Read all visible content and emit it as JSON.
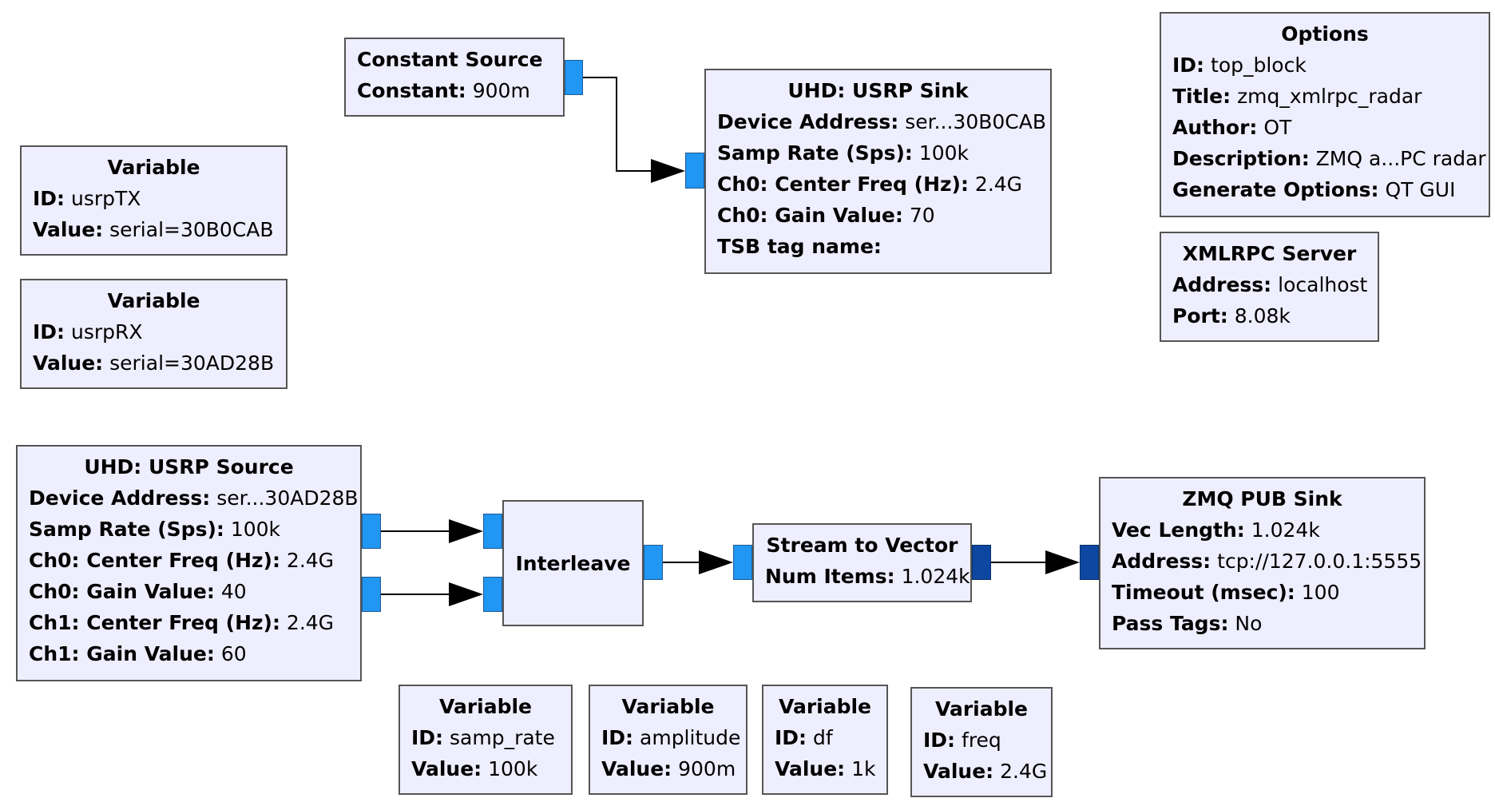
{
  "blocks": {
    "constant_source": {
      "title": "Constant Source",
      "params": [
        {
          "key": "Constant:",
          "value": "900m"
        }
      ]
    },
    "usrp_sink": {
      "title": "UHD: USRP Sink",
      "params": [
        {
          "key": "Device Address:",
          "value": "ser...30B0CAB"
        },
        {
          "key": "Samp Rate (Sps):",
          "value": "100k"
        },
        {
          "key": "Ch0: Center Freq (Hz):",
          "value": "2.4G"
        },
        {
          "key": "Ch0: Gain Value:",
          "value": "70"
        },
        {
          "key": "TSB tag name:",
          "value": ""
        }
      ]
    },
    "options": {
      "title": "Options",
      "params": [
        {
          "key": "ID:",
          "value": "top_block"
        },
        {
          "key": "Title:",
          "value": "zmq_xmlrpc_radar"
        },
        {
          "key": "Author:",
          "value": "OT"
        },
        {
          "key": "Description:",
          "value": "ZMQ a...PC radar"
        },
        {
          "key": "Generate Options:",
          "value": "QT GUI"
        }
      ]
    },
    "xmlrpc_server": {
      "title": "XMLRPC Server",
      "params": [
        {
          "key": "Address:",
          "value": "localhost"
        },
        {
          "key": "Port:",
          "value": "8.08k"
        }
      ]
    },
    "var_usrptx": {
      "title": "Variable",
      "params": [
        {
          "key": "ID:",
          "value": "usrpTX"
        },
        {
          "key": "Value:",
          "value": "serial=30B0CAB"
        }
      ]
    },
    "var_usrprx": {
      "title": "Variable",
      "params": [
        {
          "key": "ID:",
          "value": "usrpRX"
        },
        {
          "key": "Value:",
          "value": "serial=30AD28B"
        }
      ]
    },
    "usrp_source": {
      "title": "UHD: USRP Source",
      "params": [
        {
          "key": "Device Address:",
          "value": "ser...30AD28B"
        },
        {
          "key": "Samp Rate (Sps):",
          "value": "100k"
        },
        {
          "key": "Ch0: Center Freq (Hz):",
          "value": "2.4G"
        },
        {
          "key": "Ch0: Gain Value:",
          "value": "40"
        },
        {
          "key": "Ch1: Center Freq (Hz):",
          "value": "2.4G"
        },
        {
          "key": "Ch1: Gain Value:",
          "value": "60"
        }
      ]
    },
    "interleave": {
      "title": "Interleave",
      "params": []
    },
    "stream_to_vector": {
      "title": "Stream to Vector",
      "params": [
        {
          "key": "Num Items:",
          "value": "1.024k"
        }
      ]
    },
    "zmq_pub_sink": {
      "title": "ZMQ PUB Sink",
      "params": [
        {
          "key": "Vec Length:",
          "value": "1.024k"
        },
        {
          "key": "Address:",
          "value": "tcp://127.0.0.1:5555"
        },
        {
          "key": "Timeout (msec):",
          "value": "100"
        },
        {
          "key": "Pass Tags:",
          "value": "No"
        }
      ]
    },
    "var_samp_rate": {
      "title": "Variable",
      "params": [
        {
          "key": "ID:",
          "value": "samp_rate"
        },
        {
          "key": "Value:",
          "value": "100k"
        }
      ]
    },
    "var_amplitude": {
      "title": "Variable",
      "params": [
        {
          "key": "ID:",
          "value": "amplitude"
        },
        {
          "key": "Value:",
          "value": "900m"
        }
      ]
    },
    "var_df": {
      "title": "Variable",
      "params": [
        {
          "key": "ID:",
          "value": "df"
        },
        {
          "key": "Value:",
          "value": "1k"
        }
      ]
    },
    "var_freq": {
      "title": "Variable",
      "params": [
        {
          "key": "ID:",
          "value": "freq"
        },
        {
          "key": "Value:",
          "value": "2.4G"
        }
      ]
    }
  },
  "colors": {
    "block_fill": "#eeeeff",
    "block_border": "#555555",
    "port_stream": "#2196f3",
    "port_vector": "#0d47a1",
    "wire": "#000000"
  }
}
